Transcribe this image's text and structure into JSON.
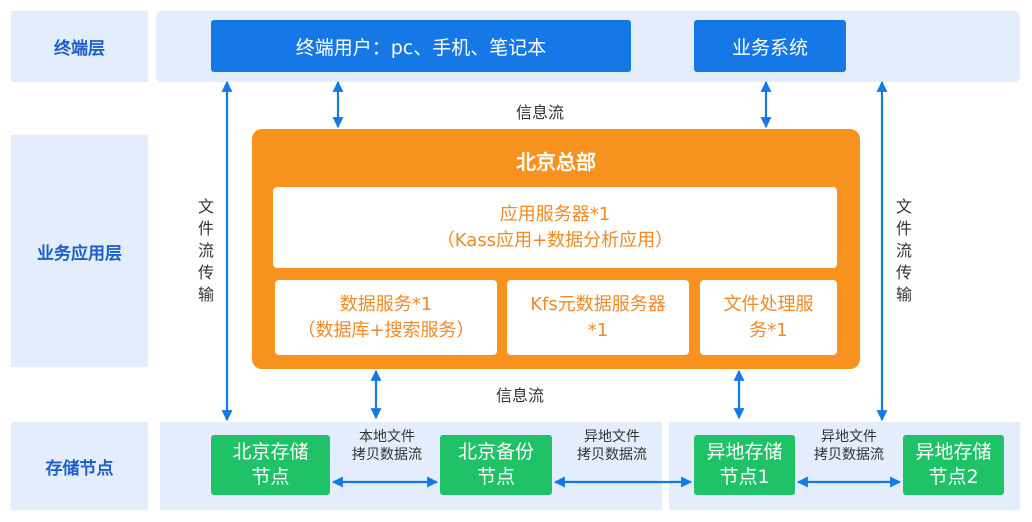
{
  "layers": {
    "terminal": "终端层",
    "business": "业务应用层",
    "storage": "存储节点"
  },
  "terminal": {
    "users": "终端用户：pc、手机、笔记本",
    "business_system": "业务系统"
  },
  "flows": {
    "info_top": "信息流",
    "info_bottom": "信息流",
    "file_left": [
      "文",
      "件",
      "流",
      "传",
      "输"
    ],
    "file_right": [
      "文",
      "件",
      "流",
      "传",
      "输"
    ],
    "local_copy": [
      "本地文件",
      "拷贝数据流"
    ],
    "remote_copy_1": [
      "异地文件",
      "拷贝数据流"
    ],
    "remote_copy_2": [
      "异地文件",
      "拷贝数据流"
    ]
  },
  "hq": {
    "title": "北京总部",
    "app_server": [
      "应用服务器*1",
      "（Kass应用+数据分析应用）"
    ],
    "data_service": [
      "数据服务*1",
      "（数据库+搜索服务）"
    ],
    "kfs_server": [
      "Kfs元数据服务器",
      "*1"
    ],
    "file_service": [
      "文件处理服",
      "务*1"
    ]
  },
  "storage": {
    "bj_storage": [
      "北京存储",
      "节点"
    ],
    "bj_backup": [
      "北京备份",
      "节点"
    ],
    "remote_1": [
      "异地存储",
      "节点1"
    ],
    "remote_2": [
      "异地存储",
      "节点2"
    ]
  },
  "colors": {
    "band": "#e3edfb",
    "layer_text": "#1c5fc8",
    "blue": "#1677e6",
    "orange": "#f7921e",
    "green": "#1fc266",
    "arrow": "#1677e6"
  }
}
